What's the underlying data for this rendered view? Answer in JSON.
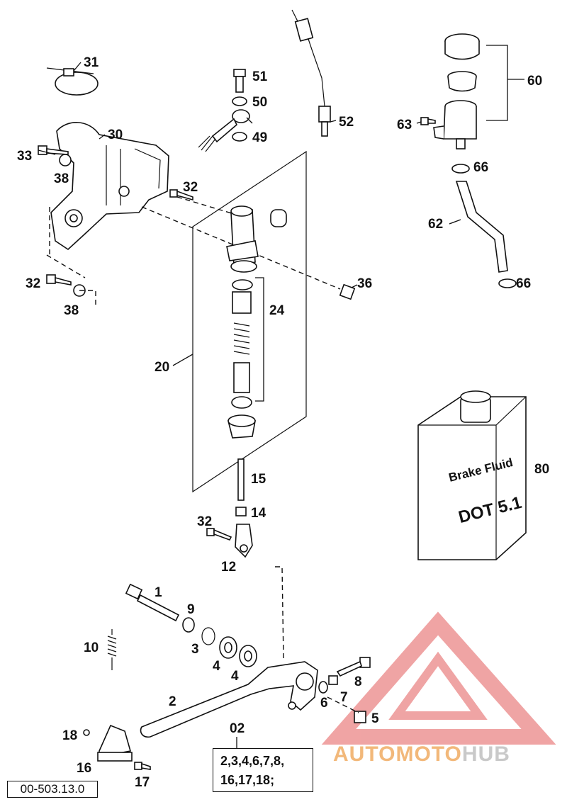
{
  "drawing_ref": "00-503.13.0",
  "container_label": {
    "line1": "Brake Fluid",
    "line2": "DOT 5.1"
  },
  "kit": {
    "part": "02",
    "line1": "2,3,4,6,7,8,",
    "line2": "16,17,18;"
  },
  "watermark": {
    "part1": "AUTO",
    "part2": "MOTO",
    "part3": "HUB",
    "color": "#e35a5a"
  },
  "callouts": {
    "p1": "1",
    "p2": "2",
    "p3": "3",
    "p4a": "4",
    "p4b": "4",
    "p5": "5",
    "p6": "6",
    "p7": "7",
    "p8": "8",
    "p9": "9",
    "p10": "10",
    "p12": "12",
    "p14": "14",
    "p15": "15",
    "p16": "16",
    "p17": "17",
    "p18": "18",
    "p20": "20",
    "p24": "24",
    "p30": "30",
    "p31": "31",
    "p32a": "32",
    "p32b": "32",
    "p32c": "32",
    "p33": "33",
    "p36": "36",
    "p38a": "38",
    "p38b": "38",
    "p49": "49",
    "p50": "50",
    "p51": "51",
    "p52": "52",
    "p60": "60",
    "p62": "62",
    "p63": "63",
    "p66a": "66",
    "p66b": "66",
    "p80": "80"
  }
}
